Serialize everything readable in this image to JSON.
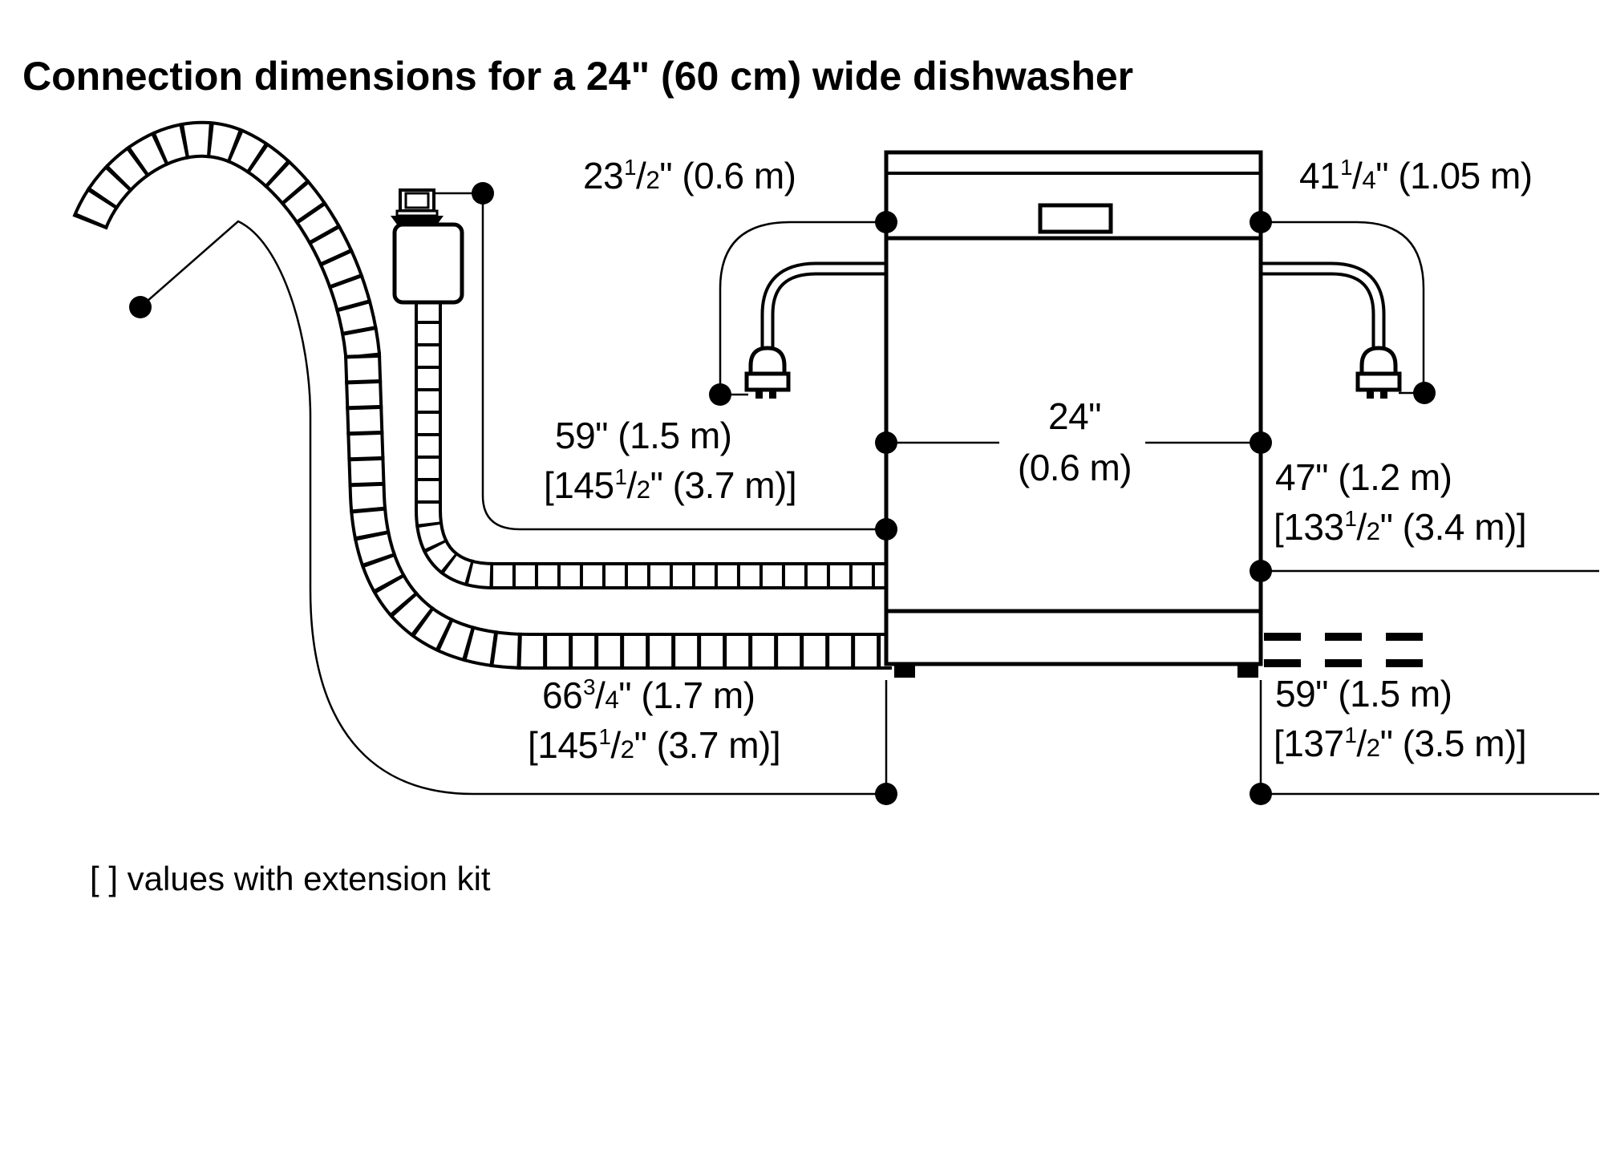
{
  "title": "Connection dimensions for a 24\" (60 cm) wide dishwasher",
  "footer_note": "[ ] values with extension kit",
  "colors": {
    "ink": "#000000",
    "background": "#ffffff"
  },
  "labels": {
    "cord_left": {
      "parts": [
        {
          "t": "23"
        },
        {
          "t": "1",
          "s": "num"
        },
        {
          "t": "/"
        },
        {
          "t": "2",
          "s": "den"
        },
        {
          "t": "\" (0.6 m)"
        }
      ]
    },
    "cord_right": {
      "parts": [
        {
          "t": "41"
        },
        {
          "t": "1",
          "s": "num"
        },
        {
          "t": "/"
        },
        {
          "t": "4",
          "s": "den"
        },
        {
          "t": "\" (1.05 m)"
        }
      ]
    },
    "supply": {
      "line1": {
        "parts": [
          {
            "t": "59\" (1.5 m)"
          }
        ]
      },
      "line2": {
        "parts": [
          {
            "t": "[145"
          },
          {
            "t": "1",
            "s": "num"
          },
          {
            "t": "/"
          },
          {
            "t": "2",
            "s": "den"
          },
          {
            "t": "\" (3.7 m)]"
          }
        ]
      }
    },
    "width": {
      "line1": {
        "parts": [
          {
            "t": "24\""
          }
        ]
      },
      "line2": {
        "parts": [
          {
            "t": "(0.6 m)"
          }
        ]
      }
    },
    "drain_right": {
      "line1": {
        "parts": [
          {
            "t": "47\" (1.2 m)"
          }
        ]
      },
      "line2": {
        "parts": [
          {
            "t": "[133"
          },
          {
            "t": "1",
            "s": "num"
          },
          {
            "t": "/"
          },
          {
            "t": "2",
            "s": "den"
          },
          {
            "t": "\" (3.4 m)]"
          }
        ]
      }
    },
    "drain_left": {
      "line1": {
        "parts": [
          {
            "t": "66"
          },
          {
            "t": "3",
            "s": "num"
          },
          {
            "t": "/"
          },
          {
            "t": "4",
            "s": "den"
          },
          {
            "t": "\" (1.7 m)"
          }
        ]
      },
      "line2": {
        "parts": [
          {
            "t": "[145"
          },
          {
            "t": "1",
            "s": "num"
          },
          {
            "t": "/"
          },
          {
            "t": "2",
            "s": "den"
          },
          {
            "t": "\" (3.7 m)]"
          }
        ]
      }
    },
    "outlet_right": {
      "line1": {
        "parts": [
          {
            "t": "59\" (1.5 m)"
          }
        ]
      },
      "line2": {
        "parts": [
          {
            "t": "[137"
          },
          {
            "t": "1",
            "s": "num"
          },
          {
            "t": "/"
          },
          {
            "t": "2",
            "s": "den"
          },
          {
            "t": "\" (3.5 m)]"
          }
        ]
      }
    }
  }
}
